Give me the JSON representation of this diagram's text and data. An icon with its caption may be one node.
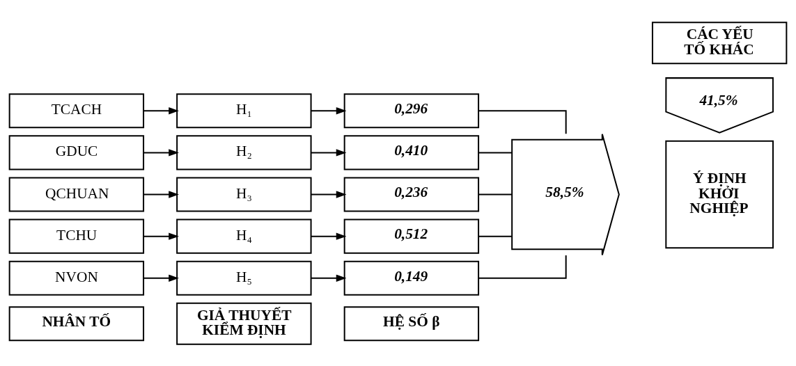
{
  "diagram": {
    "nodes": [
      {
        "text": [
          "NHÂN TỐ"
        ]
      },
      {
        "text": [
          "GIẢ THUYẾT KIỂM ĐỊNH"
        ]
      },
      {
        "text": [
          "HỆ SỐ β"
        ]
      },
      {
        "text": [
          "CÁC YẾU TỐ KHÁC"
        ]
      },
      {
        "text": [
          "41,5%"
        ]
      },
      {
        "text": [
          "TCACH"
        ]
      },
      {
        "text": [
          "H₁"
        ]
      },
      {
        "text": [
          "0,296"
        ]
      },
      {
        "text": [
          "GDUC"
        ]
      },
      {
        "text": [
          "H₂"
        ]
      },
      {
        "text": [
          "0,410"
        ]
      },
      {
        "text": [
          "QCHUAN"
        ]
      },
      {
        "text": [
          "H₃"
        ]
      },
      {
        "text": [
          "0,236"
        ]
      },
      {
        "text": [
          "TCHU"
        ]
      },
      {
        "text": [
          "H₄"
        ]
      },
      {
        "text": [
          "0,512"
        ]
      },
      {
        "text": [
          "NVON"
        ]
      },
      {
        "text": [
          "H₅"
        ]
      },
      {
        "text": [
          "0,149"
        ]
      },
      {
        "text": [
          "58,5%"
        ]
      },
      {
        "text": [
          "Ý ĐỊNH KHỞI NGHIỆP"
        ]
      }
    ],
    "edges": [
      {
        "from": 5,
        "to": 6,
        "arrow": "to"
      },
      {
        "from": 6,
        "to": 7,
        "arrow": "to"
      },
      {
        "from": 8,
        "to": 9,
        "arrow": "to"
      },
      {
        "from": 9,
        "to": 10,
        "arrow": "to"
      },
      {
        "from": 11,
        "to": 12,
        "arrow": "to"
      },
      {
        "from": 12,
        "to": 13,
        "arrow": "to"
      },
      {
        "from": 14,
        "to": 15,
        "arrow": "to"
      },
      {
        "from": 15,
        "to": 16,
        "arrow": "to"
      },
      {
        "from": 17,
        "to": 18,
        "arrow": "to"
      },
      {
        "from": 18,
        "to": 19,
        "arrow": "to"
      },
      {
        "from": 7,
        "to": 20,
        "arrow": "none"
      },
      {
        "from": 10,
        "to": 20,
        "arrow": "none"
      },
      {
        "from": 13,
        "to": 20,
        "arrow": "none"
      },
      {
        "from": 16,
        "to": 20,
        "arrow": "none"
      },
      {
        "from": 19,
        "to": 20,
        "arrow": "none"
      }
    ]
  }
}
